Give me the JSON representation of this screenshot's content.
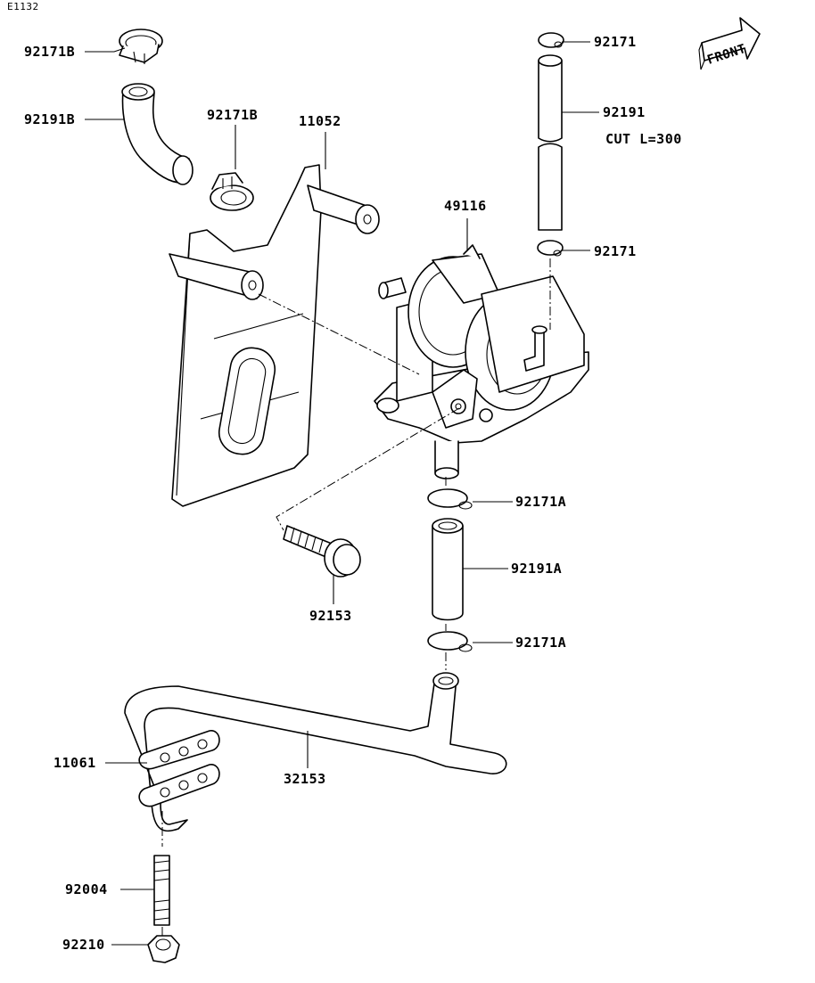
{
  "diagram_code": "E1132",
  "front_arrow": {
    "label": "FRONT"
  },
  "parts": [
    {
      "id": "p1",
      "label": "92171B"
    },
    {
      "id": "p2",
      "label": "92191B"
    },
    {
      "id": "p3",
      "label": "92171B"
    },
    {
      "id": "p4",
      "label": "11052"
    },
    {
      "id": "p5",
      "label": "92171"
    },
    {
      "id": "p6",
      "label": "92191"
    },
    {
      "id": "p7",
      "label": "CUT L=300"
    },
    {
      "id": "p8",
      "label": "49116"
    },
    {
      "id": "p9",
      "label": "92171"
    },
    {
      "id": "p10",
      "label": "92171A"
    },
    {
      "id": "p11",
      "label": "92191A"
    },
    {
      "id": "p12",
      "label": "92153"
    },
    {
      "id": "p13",
      "label": "92171A"
    },
    {
      "id": "p14",
      "label": "11061"
    },
    {
      "id": "p15",
      "label": "32153"
    },
    {
      "id": "p16",
      "label": "92004"
    },
    {
      "id": "p17",
      "label": "92210"
    }
  ]
}
